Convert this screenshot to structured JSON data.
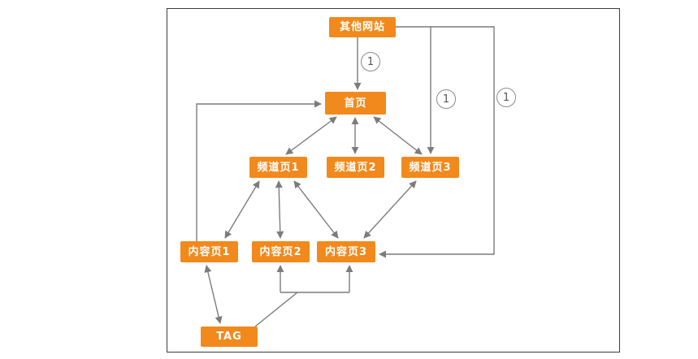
{
  "diagram": {
    "nodes": [
      {
        "id": "other-sites",
        "label": "其他网站"
      },
      {
        "id": "home",
        "label": "首页"
      },
      {
        "id": "channel-1",
        "label": "频道页1"
      },
      {
        "id": "channel-2",
        "label": "频道页2"
      },
      {
        "id": "channel-3",
        "label": "频道页3"
      },
      {
        "id": "content-1",
        "label": "内容页1"
      },
      {
        "id": "content-2",
        "label": "内容页2"
      },
      {
        "id": "content-3",
        "label": "内容页3"
      },
      {
        "id": "tag",
        "label": "TAG"
      }
    ],
    "annotations": [
      {
        "id": "external-to-home",
        "label": "1"
      },
      {
        "id": "external-to-channel3",
        "label": "1"
      },
      {
        "id": "external-to-content3",
        "label": "1"
      }
    ],
    "edges": [
      {
        "from": "other-sites",
        "to": "home",
        "direction": "one-way",
        "annotation": "1"
      },
      {
        "from": "other-sites",
        "to": "channel-3",
        "direction": "one-way",
        "annotation": "1"
      },
      {
        "from": "other-sites",
        "to": "content-3",
        "direction": "one-way",
        "annotation": "1"
      },
      {
        "from": "home",
        "to": "channel-1",
        "direction": "two-way"
      },
      {
        "from": "home",
        "to": "channel-2",
        "direction": "two-way"
      },
      {
        "from": "home",
        "to": "channel-3",
        "direction": "two-way"
      },
      {
        "from": "content-1",
        "to": "home",
        "direction": "one-way"
      },
      {
        "from": "channel-1",
        "to": "content-1",
        "direction": "two-way"
      },
      {
        "from": "channel-1",
        "to": "content-2",
        "direction": "two-way"
      },
      {
        "from": "channel-1",
        "to": "content-3",
        "direction": "two-way"
      },
      {
        "from": "channel-3",
        "to": "content-3",
        "direction": "two-way"
      },
      {
        "from": "content-1",
        "to": "tag",
        "direction": "two-way"
      },
      {
        "from": "tag",
        "to": "content-2",
        "direction": "one-way"
      },
      {
        "from": "tag",
        "to": "content-3",
        "direction": "one-way"
      }
    ],
    "colors": {
      "node_bg": "#f2891c",
      "node_text": "#ffffff",
      "connector": "#7c7c7c",
      "frame_border": "#3c3c3c",
      "background": "#ffffff"
    }
  }
}
